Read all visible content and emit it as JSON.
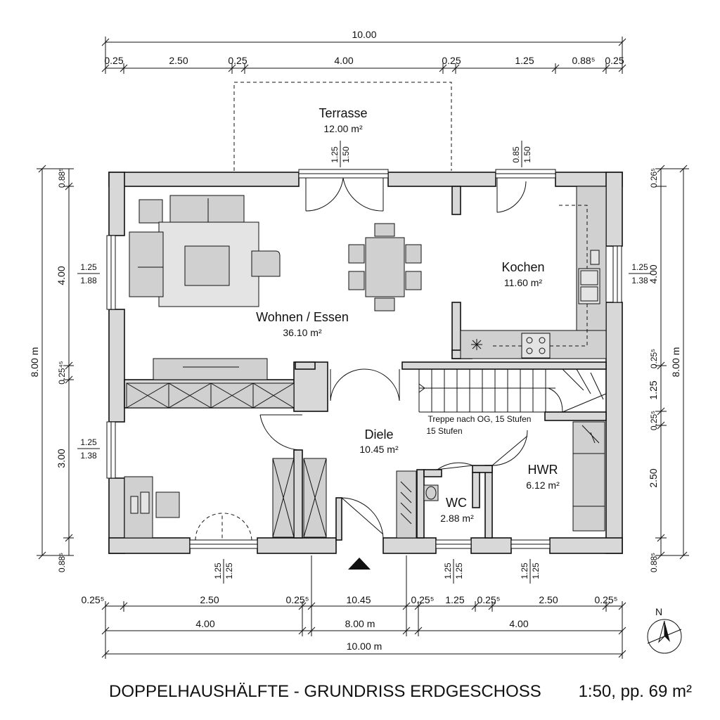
{
  "title": "DOPPELHAUSHÄLFTE - GRUNDRISS ERDGESCHOSS",
  "scale": "1:50, pp. 69 m²",
  "north": "N",
  "rooms": {
    "terrasse": {
      "name": "Terrasse",
      "area": "12.00 m²"
    },
    "wohnen": {
      "name": "Wohnen / Essen",
      "area": "36.10 m²"
    },
    "kochen": {
      "name": "Kochen",
      "area": "11.60 m²"
    },
    "diele": {
      "name": "Diele",
      "area": "10.45 m²"
    },
    "hwr": {
      "name": "HWR",
      "area": "6.12 m²"
    },
    "wc": {
      "name": "WC",
      "area": "2.88 m²"
    }
  },
  "stair": {
    "label": "Treppe nach OG, 15 Stufen",
    "steps": "15 Stufen"
  },
  "top_dims": {
    "total": "10.00",
    "segments": [
      "0.25",
      "2.50",
      "0.25",
      "4.00",
      "0.25",
      "1.25",
      "0.88⁵",
      "0.25"
    ]
  },
  "openings": {
    "top_left": [
      "1.25",
      "1.50"
    ],
    "top_right": [
      "0.85",
      "1.50"
    ],
    "left_upper": [
      "1.25",
      "1.88"
    ],
    "left_lower": [
      "1.25",
      "1.38"
    ],
    "right_upper": [
      "1.25",
      "1.38"
    ],
    "bottom_office": [
      "1.25",
      "1.25"
    ],
    "bottom_wc": [
      "1.25",
      "1.25"
    ],
    "bottom_hwr": [
      "1.25",
      "1.25"
    ]
  },
  "left_dims": {
    "total": "8.00 m",
    "segments": [
      "0.88⁵",
      "4.00",
      "0.25⁴⁵",
      "3.00",
      "0.88⁵"
    ]
  },
  "right_dims": {
    "total": "8.00 m",
    "segments": [
      "0.26⁵",
      "4.00",
      "0.25⁵",
      "1.25",
      "0.25⁵",
      "2.50",
      "0.88⁵"
    ]
  },
  "bottom_dims": {
    "row1": [
      "0.25⁵",
      "2.50",
      "0.25⁵",
      "10.45",
      "0.25⁵",
      "1.25",
      "0.25⁵",
      "2.50",
      "0.25⁵"
    ],
    "row2": [
      "4.00",
      "8.00 m",
      "4.00"
    ],
    "total": "10.00 m"
  }
}
